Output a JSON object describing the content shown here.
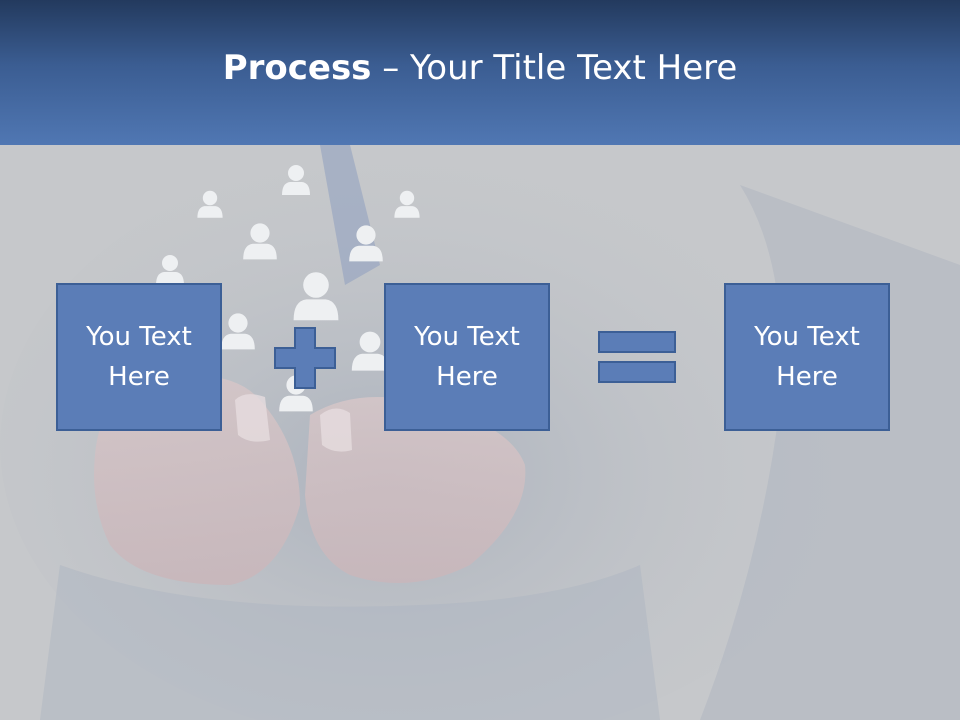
{
  "header": {
    "title_bold": "Process",
    "title_rest": " – Your Title Text Here"
  },
  "boxes": [
    {
      "text": "You Text Here"
    },
    {
      "text": "You Text Here"
    },
    {
      "text": "You Text Here"
    }
  ],
  "operators": {
    "first": "plus-icon",
    "second": "equals-icon"
  },
  "colors": {
    "header_top": "#233a5e",
    "header_bottom": "#5077b3",
    "box_fill": "#5b7db7",
    "box_border": "#3c5f96",
    "background": "#c6c8cb"
  }
}
